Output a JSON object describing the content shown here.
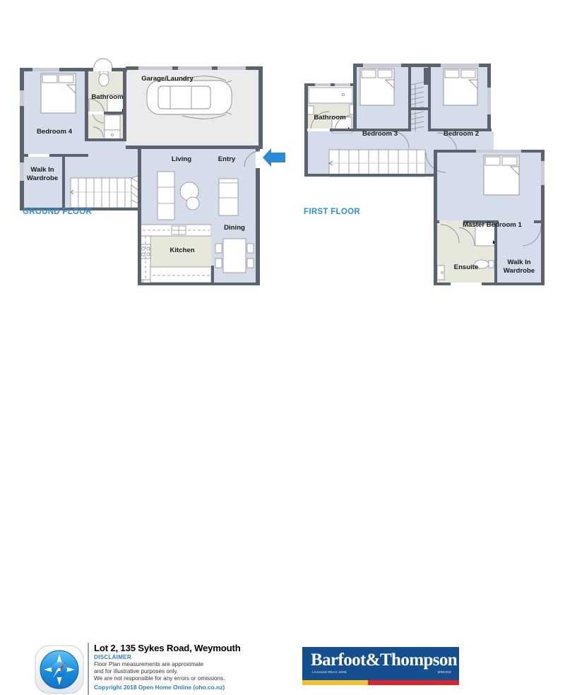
{
  "colors": {
    "room_blue": "#d5dcea",
    "room_beige": "#e7e7dc",
    "garage_grey": "#ebebeb",
    "wall_dark": "#5a646e",
    "wall_light": "#c9cdd3",
    "label_blue": "#2c8fd8",
    "arrow_blue": "#2b8ad6",
    "logo_navy": "#14508f",
    "logo_yellow": "#f2c12e",
    "logo_red": "#d8262c",
    "text_black": "#1a1a1a"
  },
  "ground_floor": {
    "label": "GROUND FLOOR",
    "rooms": [
      {
        "name": "Bedroom 4",
        "label": "Bedroom 4"
      },
      {
        "name": "Bathroom",
        "label": "Bathroom"
      },
      {
        "name": "Garage/Laundry",
        "label": "Garage/Laundry"
      },
      {
        "name": "Walk In Wardrobe",
        "label_line1": "Walk In",
        "label_line2": "Wardrobe"
      },
      {
        "name": "Living",
        "label": "Living"
      },
      {
        "name": "Entry",
        "label": "Entry"
      },
      {
        "name": "Dining",
        "label": "Dining"
      },
      {
        "name": "Kitchen",
        "label": "Kitchen"
      }
    ],
    "entry_arrow": "left-arrow-icon"
  },
  "first_floor": {
    "label": "FIRST FLOOR",
    "rooms": [
      {
        "name": "Bathroom",
        "label": "Bathroom"
      },
      {
        "name": "Bedroom 3",
        "label": "Bedroom 3"
      },
      {
        "name": "Bedroom 2",
        "label": "Bedroom 2"
      },
      {
        "name": "Master Bedroom 1",
        "label": "Master Bedroom 1"
      },
      {
        "name": "Ensuite",
        "label": "Ensuite"
      },
      {
        "name": "Walk In Wardrobe",
        "label_line1": "Walk In",
        "label_line2": "Wardrobe"
      }
    ]
  },
  "footer": {
    "address": "Lot 2, 135 Sykes Road, Weymouth",
    "disclaimer_heading": "DISCLAIMER",
    "disclaimer_lines": [
      "Floor Plan measurements are approximate",
      "and for illustrative purposes only.",
      "We are not responsible for any errors or omissions."
    ],
    "copyright": "Copyright  2018 Open Home Online (oho.co.nz)",
    "compass_icon": "compass-icon",
    "logo": {
      "name": "Barfoot&Thompson",
      "licensed": "Licensed REAA 2008",
      "mreinz": "MREINZ"
    }
  }
}
